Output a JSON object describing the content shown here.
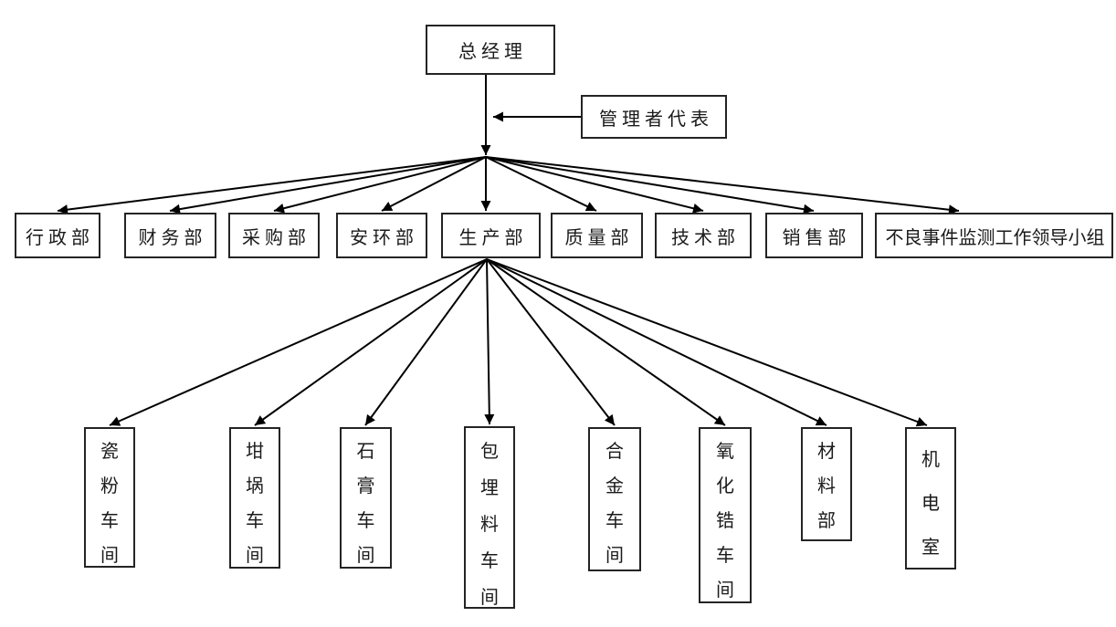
{
  "diagram": {
    "type": "org-chart",
    "colors": {
      "line": "#000000",
      "border": "#242424",
      "background": "#ffffff",
      "text": "#1a1a1a"
    },
    "root": {
      "label": "总经理"
    },
    "staff": {
      "label": "管理者代表"
    },
    "departments": [
      {
        "label": "行政部"
      },
      {
        "label": "财务部"
      },
      {
        "label": "采购部"
      },
      {
        "label": "安环部"
      },
      {
        "label": "生产部"
      },
      {
        "label": "质量部"
      },
      {
        "label": "技术部"
      },
      {
        "label": "销售部"
      },
      {
        "label": "不良事件监测工作领导小组"
      }
    ],
    "production_sub_units": [
      {
        "label": "瓷粉车间"
      },
      {
        "label": "坩埚车间"
      },
      {
        "label": "石膏车间"
      },
      {
        "label": "包埋料车间"
      },
      {
        "label": "合金车间"
      },
      {
        "label": "氧化锆车间"
      },
      {
        "label": "材料部"
      },
      {
        "label": "机电室"
      }
    ]
  }
}
